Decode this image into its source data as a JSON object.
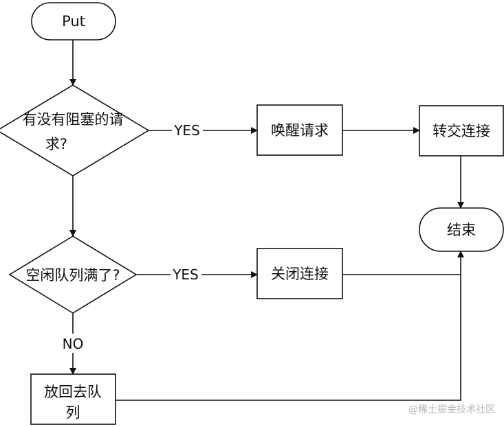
{
  "flowchart": {
    "nodes": {
      "start": "Put",
      "has_blocked_request_line1": "有没有阻塞的请",
      "has_blocked_request_line2": "求?",
      "wake_request": "唤醒请求",
      "hand_over_connection": "转交连接",
      "end": "结束",
      "idle_queue_full": "空闲队列满了?",
      "close_connection": "关闭连接",
      "return_to_queue_line1": "放回去队",
      "return_to_queue_line2": "列"
    },
    "edge_labels": {
      "blocked_yes": "YES",
      "queue_full_yes": "YES",
      "queue_full_no": "NO"
    }
  },
  "watermark": "@稀土掘金技术社区",
  "colors": {
    "line": "#111111",
    "background": "#ffffff",
    "watermark": "#b7b7b7"
  }
}
